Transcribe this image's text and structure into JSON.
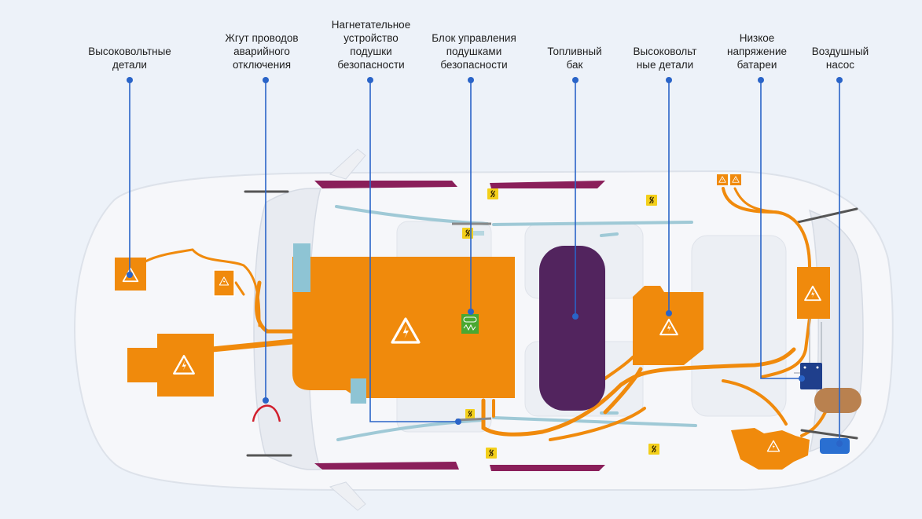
{
  "labels": {
    "high_voltage_front": "Высоковольтные\nдетали",
    "emergency_harness": "Жгут проводов\nаварийного\nотключения",
    "airbag_inflator": "Нагнетательное\nустройство\nподушки\nбезопасности",
    "airbag_control": "Блок управления\nподушками\nбезопасности",
    "fuel_tank": "Топливный\nбак",
    "high_voltage_rear": "Высоковольт\nные детали",
    "low_voltage_battery": "Низкое\nнапряжение\nбатареи",
    "air_pump": "Воздушный\nнасос"
  },
  "colors": {
    "hv_orange": "#f08a0c",
    "fuel_purple": "#52245e",
    "curtain_airbag": "#8a1f5a",
    "leader_blue": "#2a64c8",
    "car_body": "#f5f6f9",
    "warning_yellow": "#f3cf1a",
    "control_green": "#4aa832",
    "battery_navy": "#1f3f8c",
    "pump_blue": "#2a6fd1",
    "tan": "#b9814f",
    "light_blue_part": "#8ec4d4"
  }
}
